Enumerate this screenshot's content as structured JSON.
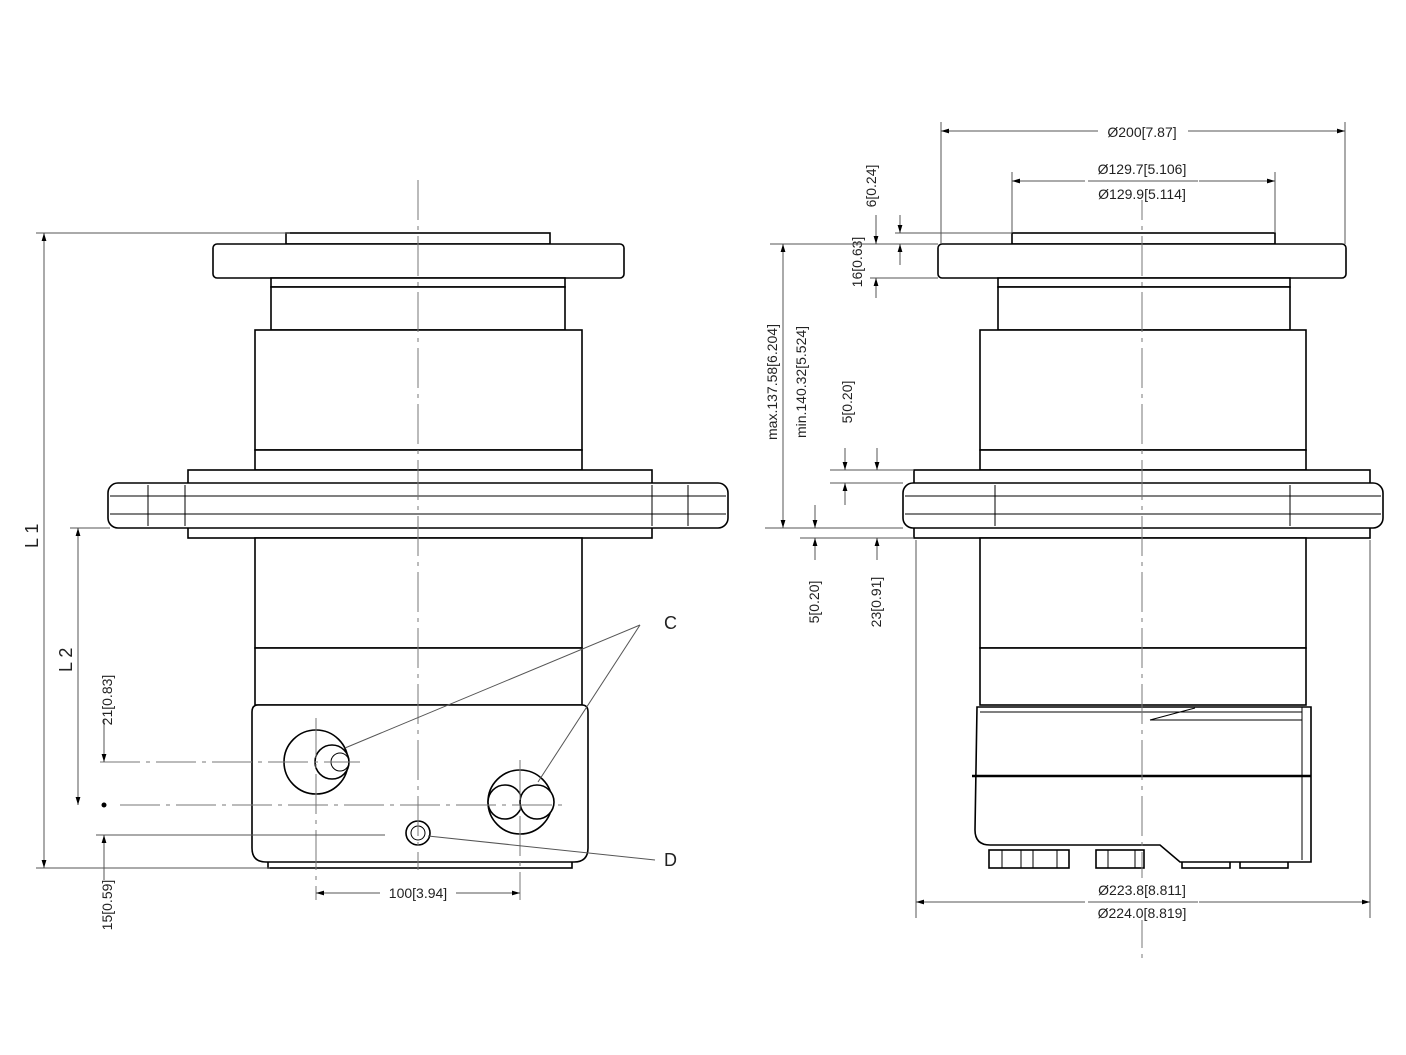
{
  "left_view": {
    "label_L1": "L 1",
    "label_L2": "L 2",
    "dim_21": "21[0.83]",
    "dim_15": "15[0.59]",
    "dim_100": "100[3.94]",
    "callout_C": "C",
    "callout_D": "D"
  },
  "right_view": {
    "dim_200": "Ø200[7.87]",
    "dim_129_7": "Ø129.7[5.106]",
    "dim_129_9": "Ø129.9[5.114]",
    "dim_6": "6[0.24]",
    "dim_16": "16[0.63]",
    "dim_max": "max.137.58[6.204]",
    "dim_min": "min.140.32[5.524]",
    "dim_5_upper": "5[0.20]",
    "dim_5_lower": "5[0.20]",
    "dim_23": "23[0.91]",
    "dim_223_8": "Ø223.8[8.811]",
    "dim_224_0": "Ø224.0[8.819]"
  }
}
